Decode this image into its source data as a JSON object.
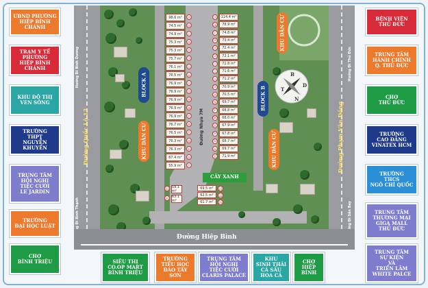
{
  "left_boxes": [
    {
      "text": "UBND PHƯỜNG\nHIỆP BÌNH CHÁNH",
      "color": "#ec7a2d"
    },
    {
      "text": "TRẠM Y TẾ\nPHƯỜNG\nHIỆP BÌNH CHÁNH",
      "color": "#d82b3a"
    },
    {
      "text": "KHU ĐÔ THỊ\nVEN SÔNG",
      "color": "#2aa6a5"
    },
    {
      "text": "TRƯỜNG\nTHPT\nNGUYỄN KHUYẾN",
      "color": "#1f3a8a"
    },
    {
      "text": "TRUNG TÂM\nHỘI NGHỊ\nTIỆC CƯỚI\nLE JARDIN",
      "color": "#7d7ccd"
    },
    {
      "text": "TRƯỜNG\nĐẠI HỌC LUẬT",
      "color": "#ec7a2d"
    },
    {
      "text": "CHỢ\nBÌNH TRIỆU",
      "color": "#1f9a45"
    }
  ],
  "right_boxes": [
    {
      "text": "BỆNH VIỆN\nTHỦ ĐỨC",
      "color": "#d82b3a"
    },
    {
      "text": "TRUNG TÂM\nHÀNH CHÍNH\nQ. THỦ ĐỨC",
      "color": "#ec7a2d"
    },
    {
      "text": "CHỢ\nTHỦ ĐỨC",
      "color": "#1f9a45"
    },
    {
      "text": "TRƯỜNG\nCAO ĐẲNG\nVINATEX HCM",
      "color": "#1f3a8a"
    },
    {
      "text": "TRƯỜNG\nTHCS\nNGÔ CHÍ QUỐC",
      "color": "#2a8fd6"
    },
    {
      "text": "TRUNG TÂM\nTHƯƠNG MẠI\nGIGA MALL\nTHỦ ĐỨC",
      "color": "#7d7ccd"
    },
    {
      "text": "TRUNG TÂM\nSỰ KIỆN\nVÀ\nTRIỂN LÃM WHITE PALCE",
      "color": "#7d7ccd"
    }
  ],
  "bottom_boxes": [
    {
      "text": "SIÊU THỊ\nCO.OP MART\nBÌNH TRIỆU",
      "color": "#1f9a45"
    },
    {
      "text": "TRƯỜNG\nTIỂU HỌC\nĐÀO TÂY SƠN",
      "color": "#ec7a2d"
    },
    {
      "text": "TRUNG TÂM\nHỘI NGHỊ\nTIỆC CƯỚI\nCLARIS PALACE",
      "color": "#7d7ccd"
    },
    {
      "text": "KHU\nSINH THÁI\nCÁ SẤU\nHOA CÀ",
      "color": "#2aa6a5"
    },
    {
      "text": "CHỢ\nHIỆP BÌNH",
      "color": "#1f9a45"
    }
  ],
  "map": {
    "road_left": "Đường Quốc Lộ 13",
    "road_right": "Đường Phạm Văn Đồng",
    "road_bottom": "Đường Hiệp Bình",
    "road_center": "Đường Nhựa 7M",
    "road_left_small_top": "Hướng Đi Bình Dương",
    "road_left_small_bottom": "Hướng Đi Bình Thạnh",
    "road_right_small_top": "Hướng Đi Thủ Đức",
    "road_right_small_bottom": "Hướng Đi Sân Bay",
    "block_a": "BLOCK A",
    "block_b": "BLOCK B",
    "khu_dan_cu_1": "KHU DÂN CƯ",
    "khu_dan_cu_2": "KHU DÂN CƯ",
    "khu_dan_cu_3": "KHU DÂN CƯ",
    "green": "CÂY XANH",
    "compass": [
      "T",
      "B",
      "D",
      "N"
    ]
  },
  "block_a_lots": [
    {
      "num": "19",
      "area": "98.6 m²"
    },
    {
      "num": "18",
      "area": "74.5 m²"
    },
    {
      "num": "17",
      "area": "74.9 m²"
    },
    {
      "num": "16",
      "area": "75.3 m²"
    },
    {
      "num": "15",
      "area": "75.3 m²"
    },
    {
      "num": "14",
      "area": "75.7 m²"
    },
    {
      "num": "13",
      "area": "76.1 m²"
    },
    {
      "num": "12",
      "area": "76.5 m²"
    },
    {
      "num": "11",
      "area": "76.9 m²"
    },
    {
      "num": "10",
      "area": "76.9 m²"
    },
    {
      "num": "09",
      "area": "76.9 m²"
    },
    {
      "num": "08",
      "area": "76.9 m²"
    },
    {
      "num": "07",
      "area": "76.9 m²"
    },
    {
      "num": "06",
      "area": "76.7 m²"
    },
    {
      "num": "05",
      "area": "76.5 m²"
    },
    {
      "num": "04",
      "area": "76.3 m²"
    },
    {
      "num": "03",
      "area": "76.3 m²"
    },
    {
      "num": "02",
      "area": "67.4 m²"
    },
    {
      "num": "01",
      "area": "55.9 m²"
    }
  ],
  "block_b_lots": [
    {
      "num": "19",
      "area": "114.4 m²"
    },
    {
      "num": "18",
      "area": "78.9 m²"
    },
    {
      "num": "17",
      "area": "74.8 m²"
    },
    {
      "num": "16",
      "area": "73.4 m²"
    },
    {
      "num": "15",
      "area": "72.4 m²"
    },
    {
      "num": "14",
      "area": "72.1 m²"
    },
    {
      "num": "13",
      "area": "71.8 m²"
    },
    {
      "num": "12",
      "area": "71.6 m²"
    },
    {
      "num": "11",
      "area": "71.2 m²"
    },
    {
      "num": "10",
      "area": "70.9 m²"
    },
    {
      "num": "09",
      "area": "70.5 m²"
    },
    {
      "num": "08",
      "area": "69.7 m²"
    },
    {
      "num": "07",
      "area": "68.8 m²"
    },
    {
      "num": "06",
      "area": "68.0 m²"
    },
    {
      "num": "05",
      "area": "67.9 m²"
    },
    {
      "num": "04",
      "area": "67.8 m²"
    },
    {
      "num": "03",
      "area": "68.7 m²"
    },
    {
      "num": "02",
      "area": "69.7 m²"
    },
    {
      "num": "01",
      "area": "71.9 m²"
    }
  ],
  "south_lots": [
    {
      "num": "01",
      "area": "69.5 m²"
    },
    {
      "num": "02",
      "area": "62.5 m²"
    },
    {
      "num": "03",
      "area": "61.7 m²"
    }
  ],
  "west_small_lots": [
    {
      "num": "01",
      "area": "59.1 m²"
    },
    {
      "num": "02",
      "area": "63.1 m²"
    }
  ]
}
